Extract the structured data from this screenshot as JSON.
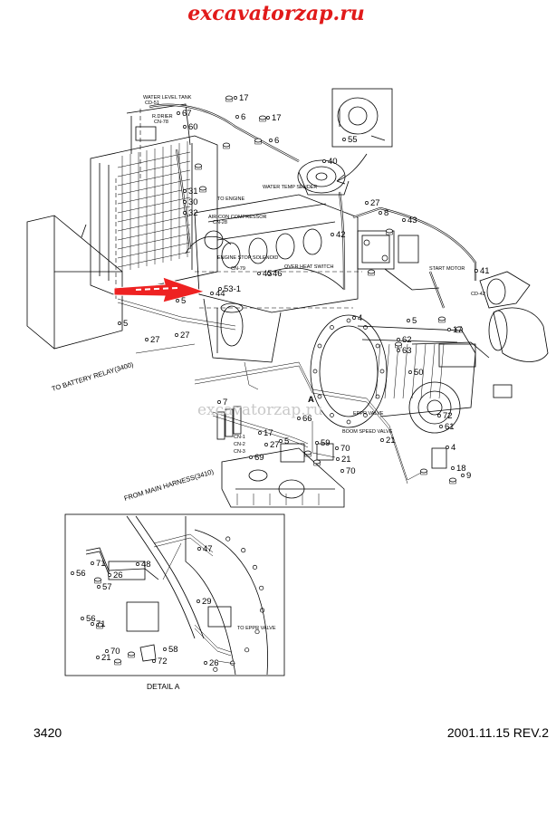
{
  "banner": {
    "text": "excavatorzap.ru",
    "color": "#e11a1a"
  },
  "watermark": {
    "text": "excavatorzap.ru"
  },
  "footer": {
    "page_number": "3420",
    "date_rev": "2001.11.15  REV.2"
  },
  "labels": {
    "water_level_tank": "WATER LEVEL TANK",
    "cd_51": "CD-51",
    "receiver_dryer": "R.DRIER",
    "cn_78": "CN-78",
    "to_engine": "TO ENGINE",
    "water_temp_sender": "WATER TEMP SENDER",
    "aircon_compressor": "AIR-CON COMPRESSOR",
    "cn_28": "CN-28",
    "engine_stop_solenoid": "ENGINE STOP SOLENOID",
    "cn_79": "CN-79",
    "over_heat_switch": "OVER HEAT SWITCH",
    "start_motor": "START MOTOR",
    "cd_42": "CD-42",
    "to_battery_relay": "TO BATTERY RELAY(3400)",
    "from_main_harness": "FROM MAIN HARNESS(3410)",
    "cn_1": "CN-1",
    "cn_2": "CN-2",
    "cn_3": "CN-3",
    "eppr_valve": "EPPR VALVE",
    "boom_speed_valve": "BOOM SPEED VALVE",
    "detail_a_marker": "A",
    "to_eppr_valve": "TO EPPR VALVE",
    "detail_a": "DETAIL A"
  },
  "part_numbers": [
    "17",
    "6",
    "17",
    "6",
    "67",
    "60",
    "55",
    "40",
    "31",
    "30",
    "32",
    "27",
    "8",
    "43",
    "42",
    "41",
    "53-1",
    "45",
    "46",
    "44",
    "5",
    "27",
    "5",
    "27",
    "17",
    "4",
    "5",
    "62",
    "63",
    "50",
    "7",
    "66",
    "72",
    "17",
    "27",
    "21",
    "61",
    "5",
    "59",
    "69",
    "70",
    "21",
    "4",
    "70",
    "18",
    "9",
    "26",
    "47",
    "71",
    "48",
    "56",
    "57",
    "29",
    "56",
    "71",
    "58",
    "70",
    "72",
    "21",
    "26"
  ]
}
